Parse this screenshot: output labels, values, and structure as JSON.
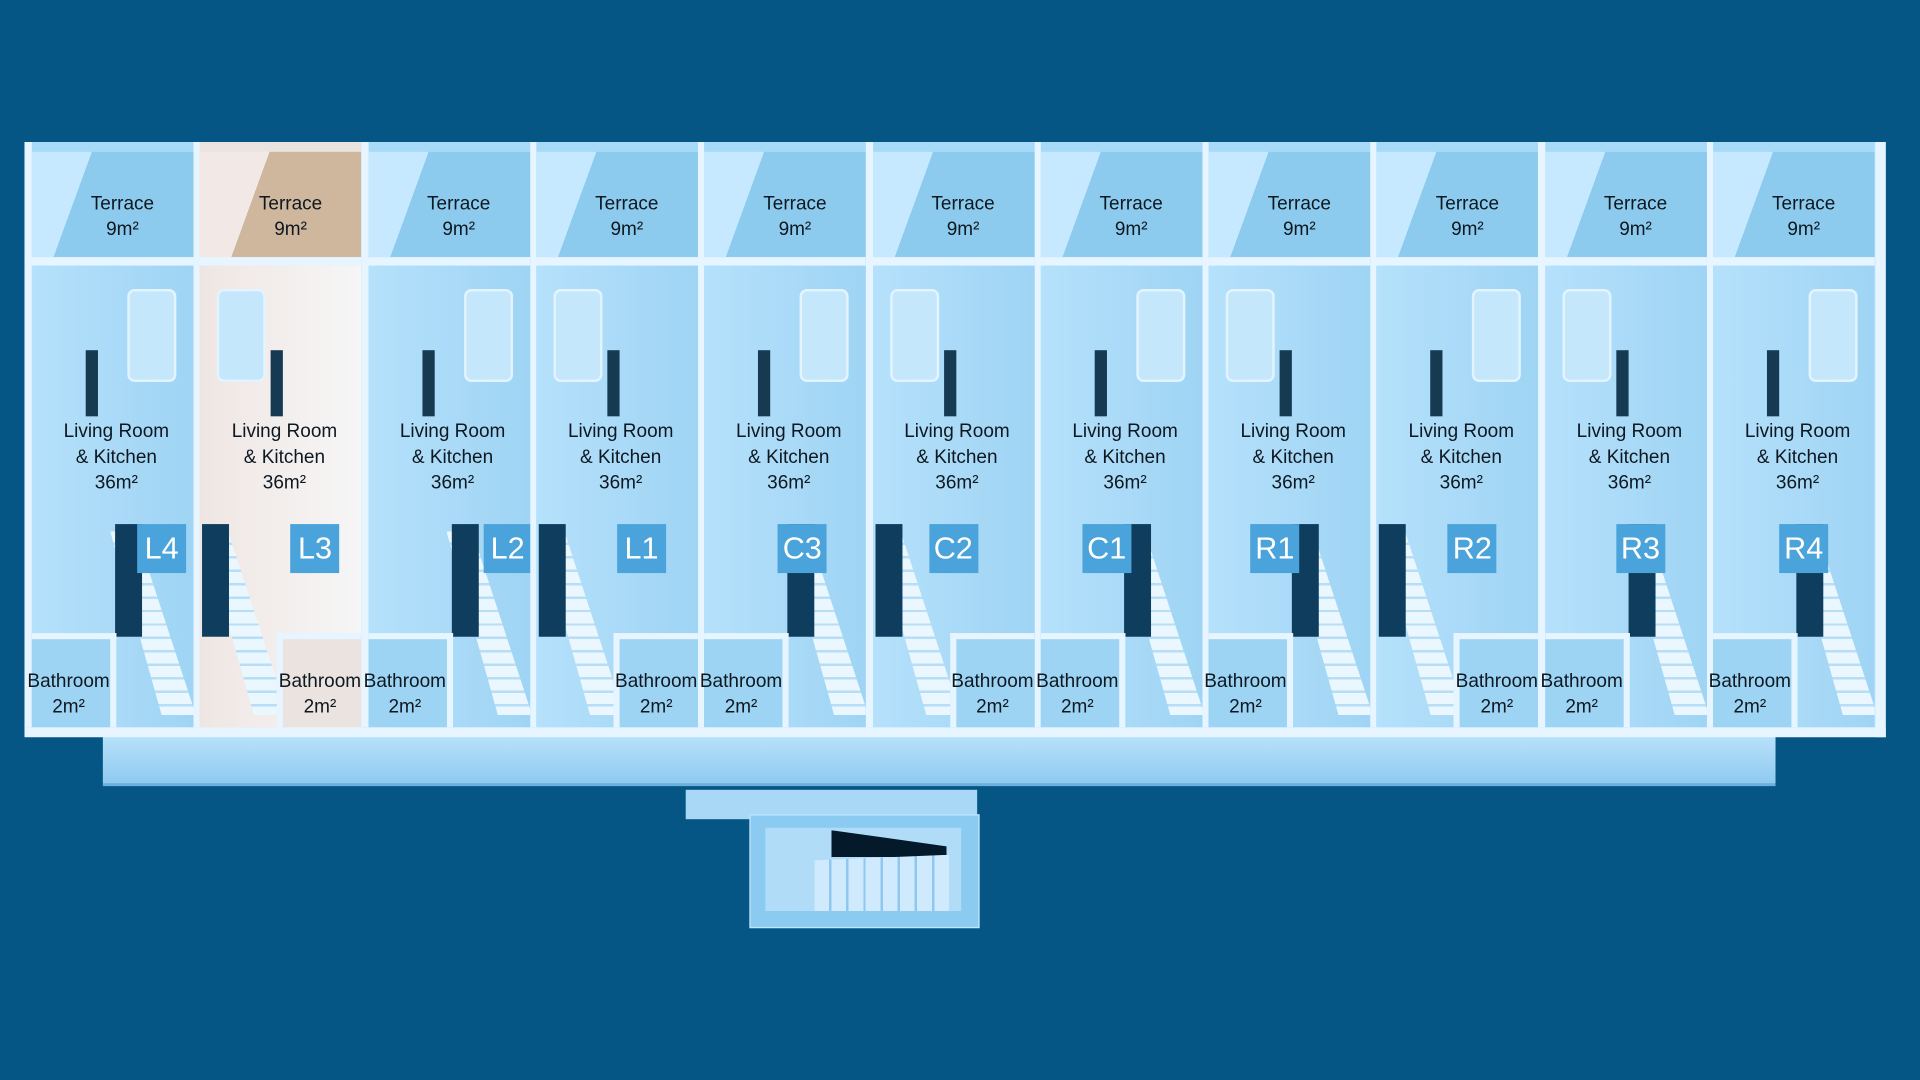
{
  "title": "Townhouse floor plan",
  "units": [
    {
      "id": "L4",
      "terrace": "Terrace",
      "terrace_area": "9m²",
      "living_1": "Living Room",
      "living_2": "& Kitchen",
      "living_area": "36m²",
      "bathroom": "Bathroom",
      "bathroom_area": "2m²"
    },
    {
      "id": "L3",
      "terrace": "Terrace",
      "terrace_area": "9m²",
      "living_1": "Living Room",
      "living_2": "& Kitchen",
      "living_area": "36m²",
      "bathroom": "Bathroom",
      "bathroom_area": "2m²"
    },
    {
      "id": "L2",
      "terrace": "Terrace",
      "terrace_area": "9m²",
      "living_1": "Living Room",
      "living_2": "& Kitchen",
      "living_area": "36m²",
      "bathroom": "Bathroom",
      "bathroom_area": "2m²"
    },
    {
      "id": "L1",
      "terrace": "Terrace",
      "terrace_area": "9m²",
      "living_1": "Living Room",
      "living_2": "& Kitchen",
      "living_area": "36m²",
      "bathroom": "Bathroom",
      "bathroom_area": "2m²"
    },
    {
      "id": "C3",
      "terrace": "Terrace",
      "terrace_area": "9m²",
      "living_1": "Living Room",
      "living_2": "& Kitchen",
      "living_area": "36m²",
      "bathroom": "Bathroom",
      "bathroom_area": "2m²"
    },
    {
      "id": "C2",
      "terrace": "Terrace",
      "terrace_area": "9m²",
      "living_1": "Living Room",
      "living_2": "& Kitchen",
      "living_area": "36m²",
      "bathroom": "Bathroom",
      "bathroom_area": "2m²"
    },
    {
      "id": "C1",
      "terrace": "Terrace",
      "terrace_area": "9m²",
      "living_1": "Living Room",
      "living_2": "& Kitchen",
      "living_area": "36m²",
      "bathroom": "Bathroom",
      "bathroom_area": "2m²"
    },
    {
      "id": "R1",
      "terrace": "Terrace",
      "terrace_area": "9m²",
      "living_1": "Living Room",
      "living_2": "& Kitchen",
      "living_area": "36m²",
      "bathroom": "Bathroom",
      "bathroom_area": "2m²"
    },
    {
      "id": "R2",
      "terrace": "Terrace",
      "terrace_area": "9m²",
      "living_1": "Living Room",
      "living_2": "& Kitchen",
      "living_area": "36m²",
      "bathroom": "Bathroom",
      "bathroom_area": "2m²"
    },
    {
      "id": "R3",
      "terrace": "Terrace",
      "terrace_area": "9m²",
      "living_1": "Living Room",
      "living_2": "& Kitchen",
      "living_area": "36m²",
      "bathroom": "Bathroom",
      "bathroom_area": "2m²"
    },
    {
      "id": "R4",
      "terrace": "Terrace",
      "terrace_area": "9m²",
      "living_1": "Living Room",
      "living_2": "& Kitchen",
      "living_area": "36m²",
      "bathroom": "Bathroom",
      "bathroom_area": "2m²"
    }
  ],
  "colors": {
    "background": "#055685",
    "badge": "#4aa3da",
    "highlight_unit": "#ebe3df"
  }
}
